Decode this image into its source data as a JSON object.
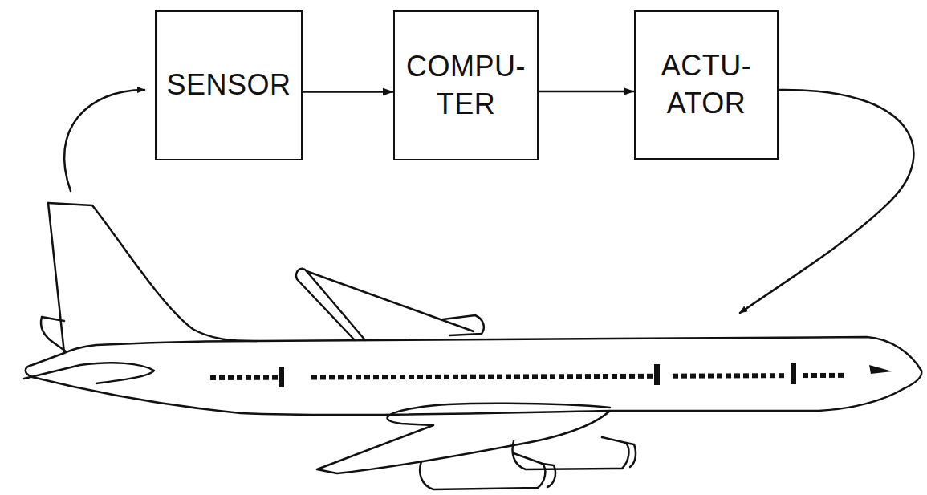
{
  "diagram": {
    "nodes": [
      {
        "text": [
          "SENSOR"
        ]
      },
      {
        "text": [
          "COMPU- TER"
        ]
      },
      {
        "text": [
          "ACTU- ATOR"
        ]
      }
    ],
    "edges": [
      {
        "from": 0,
        "to": 1,
        "arrow": "to"
      },
      {
        "from": 1,
        "to": 2,
        "arrow": "to"
      }
    ]
  }
}
